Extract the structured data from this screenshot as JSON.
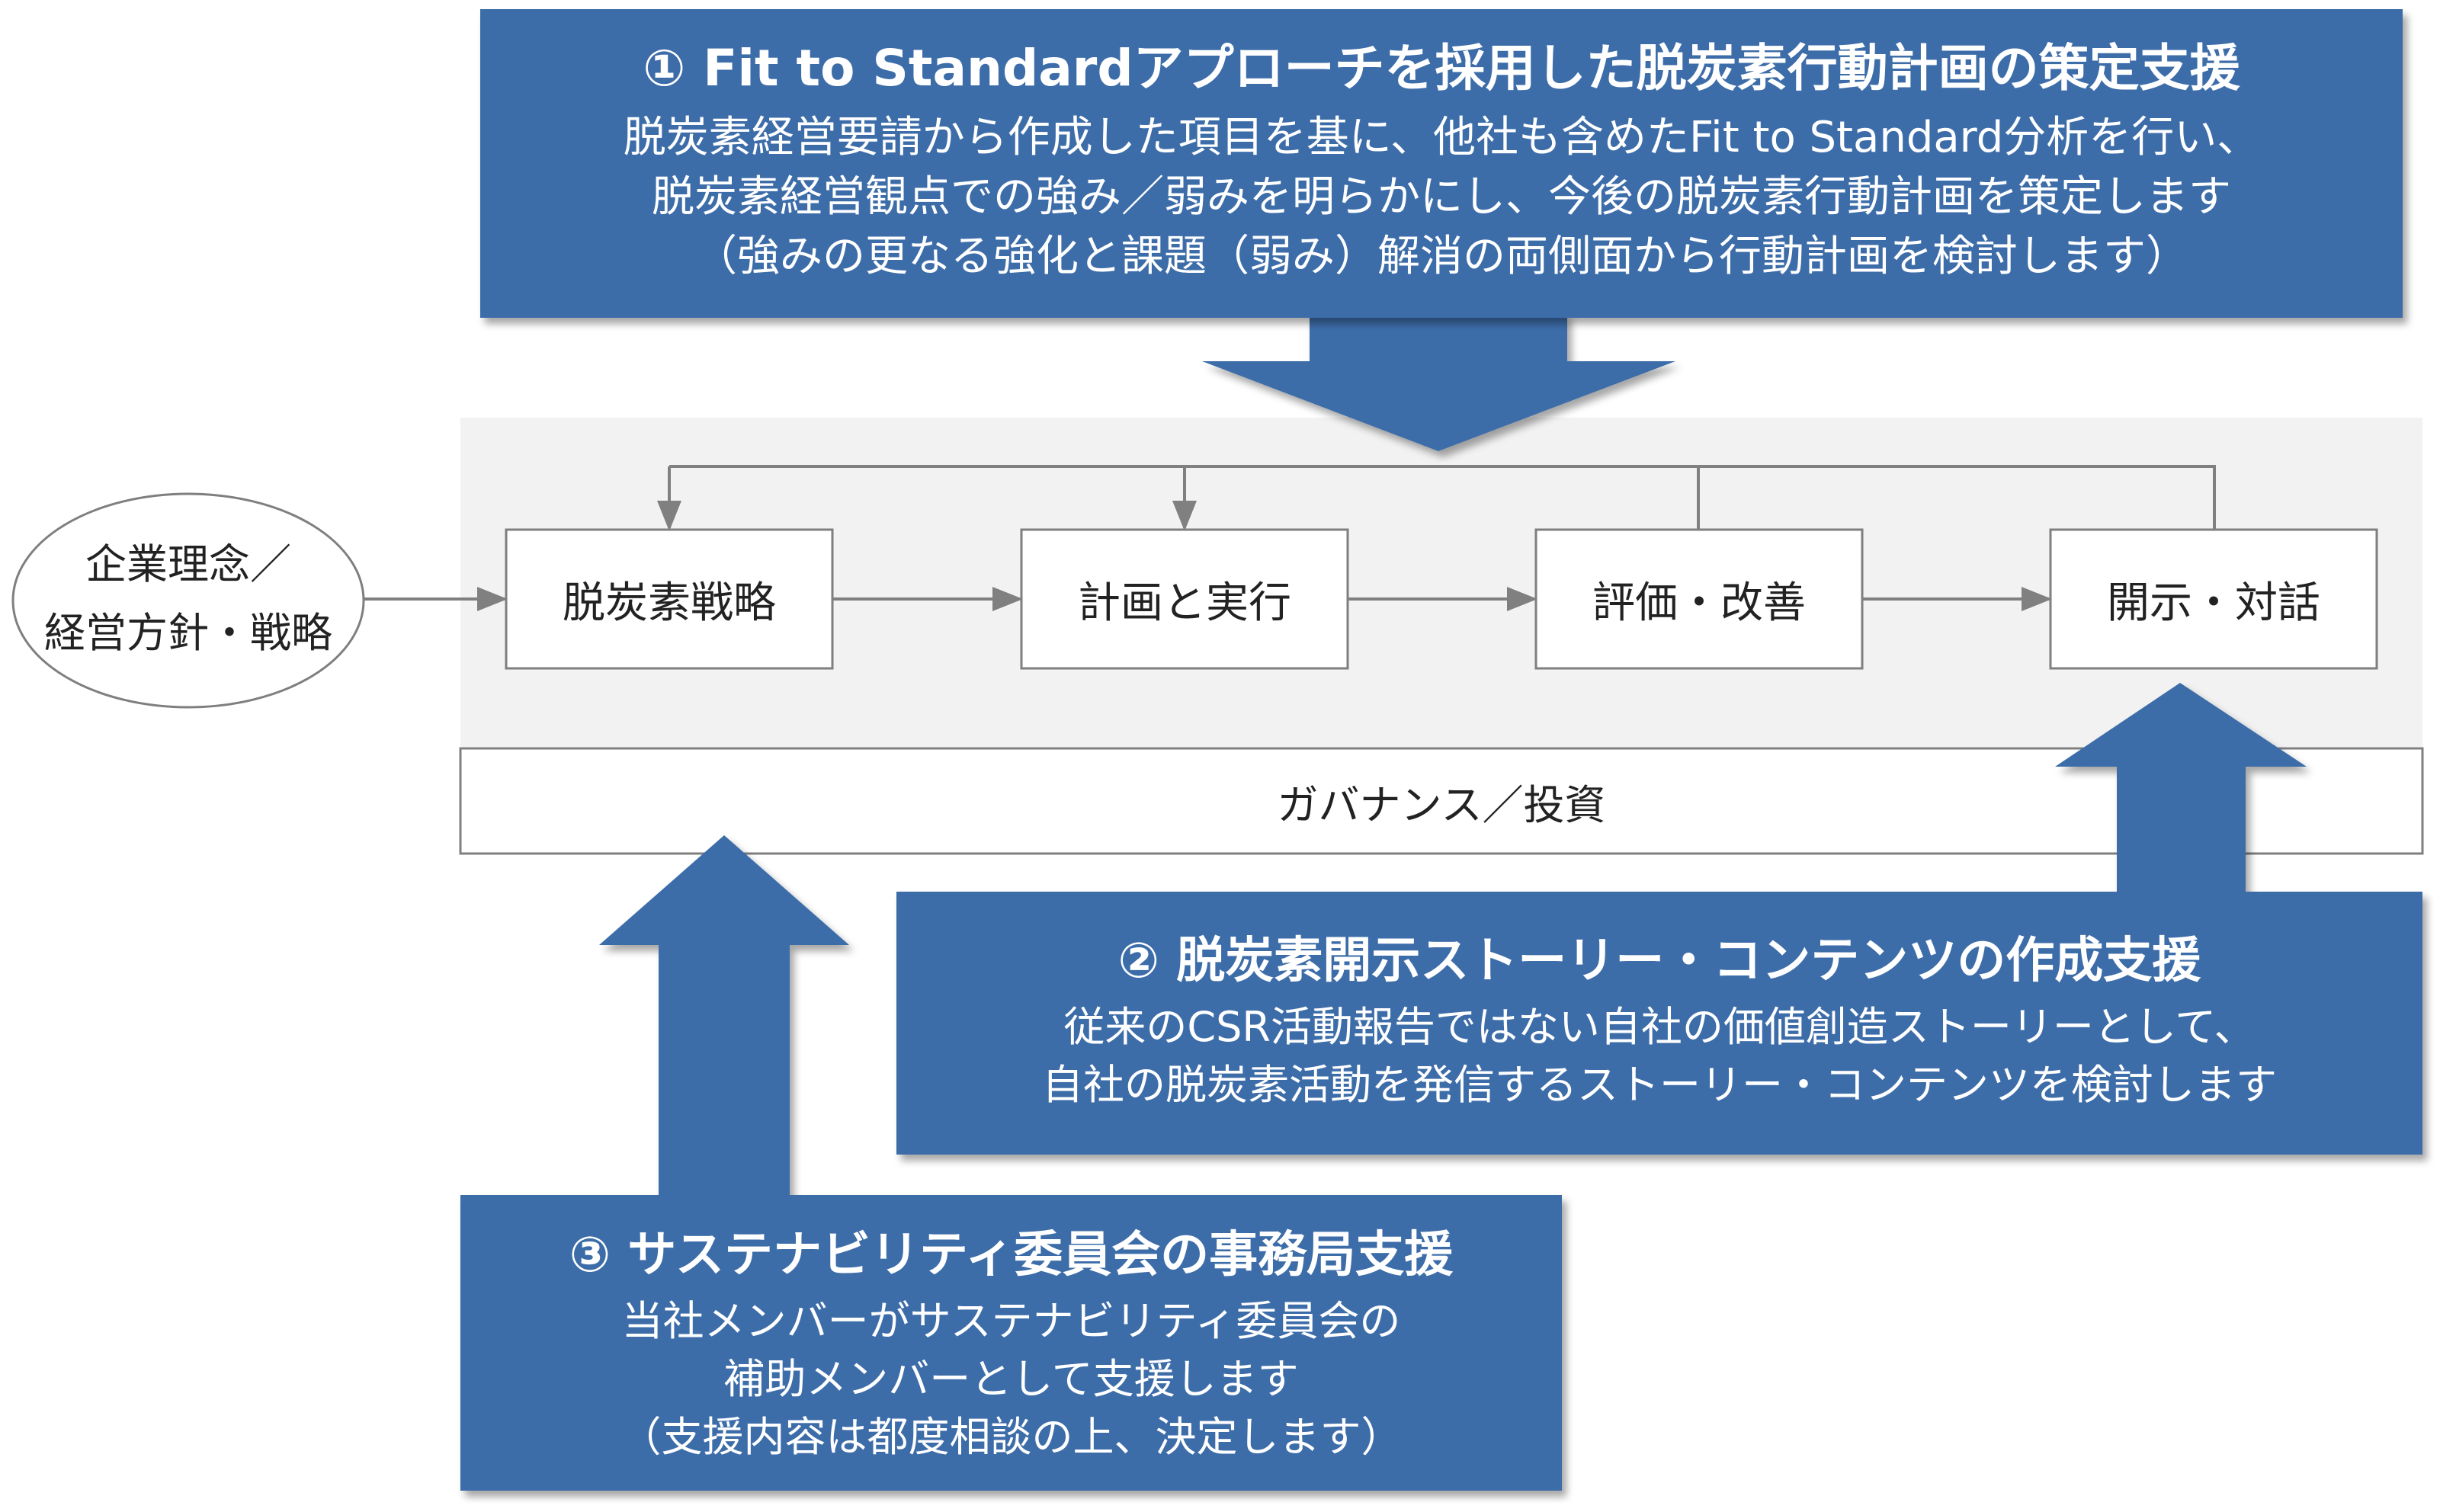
{
  "support_1": {
    "title": "① Fit to Standardアプローチを採用した脱炭素行動計画の策定支援",
    "lines": [
      "脱炭素経営要請から作成した項目を基に、他社も含めたFit to Standard分析を行い、",
      "脱炭素経営観点での強み／弱みを明らかにし、今後の脱炭素行動計画を策定します",
      "（強みの更なる強化と課題（弱み）解消の両側面から行動計画を検討します）"
    ]
  },
  "support_2": {
    "title": "② 脱炭素開示ストーリー・コンテンツの作成支援",
    "lines": [
      "従来のCSR活動報告ではない自社の価値創造ストーリーとして、",
      "自社の脱炭素活動を発信するストーリー・コンテンツを検討します"
    ]
  },
  "support_3": {
    "title": "③ サステナビリティ委員会の事務局支援",
    "lines": [
      "当社メンバーがサステナビリティ委員会の",
      "補助メンバーとして支援します",
      "（支援内容は都度相談の上、決定します）"
    ]
  },
  "philosophy": {
    "lines": [
      "企業理念／",
      "経営方針・戦略"
    ]
  },
  "cycle": {
    "steps": [
      "脱炭素戦略",
      "計画と実行",
      "評価・改善",
      "開示・対話"
    ]
  },
  "governance": {
    "label": "ガバナンス／投資"
  },
  "colors": {
    "support_fill": "#3d6da9",
    "panel_fill": "#f2f2f2",
    "box_border": "#7f7f7f",
    "connector": "#808080"
  }
}
